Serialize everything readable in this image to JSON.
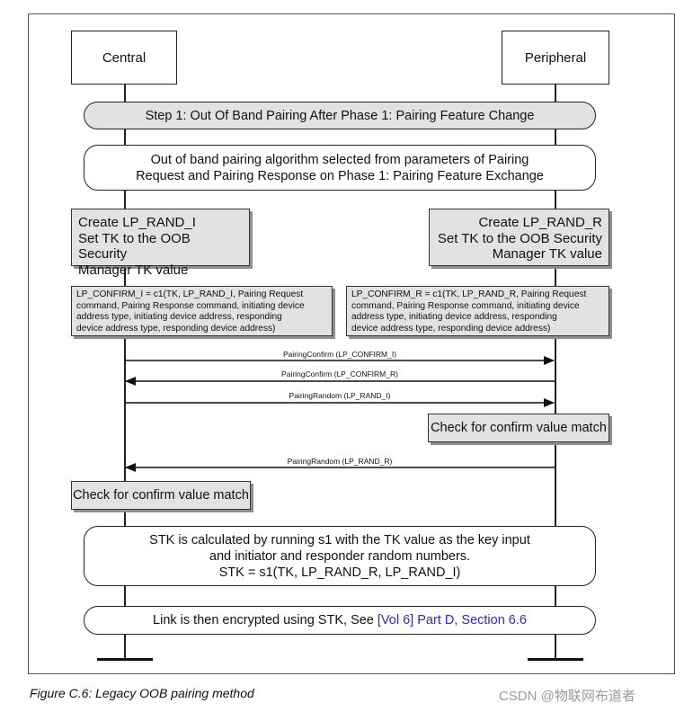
{
  "actors": {
    "central": "Central",
    "peripheral": "Peripheral"
  },
  "step1": "Step 1: Out Of Band Pairing After Phase 1: Pairing Feature Change",
  "oob_selected": {
    "line1": "Out of band pairing algorithm selected from parameters of Pairing",
    "line2": "Request and Pairing Response on Phase 1: Pairing Feature Exchange"
  },
  "central_create": {
    "line1": "Create LP_RAND_I",
    "line2": "Set TK to the OOB Security",
    "line3": "Manager TK value"
  },
  "peripheral_create": {
    "line1": "Create LP_RAND_R",
    "line2": "Set TK to the OOB Security",
    "line3": "Manager TK value"
  },
  "central_confirm": {
    "line1": "LP_CONFIRM_I = c1(TK, LP_RAND_I, Pairing Request",
    "line2": "command, Pairing Response command, initiating device",
    "line3": "address type, initiating device address, responding",
    "line4": "device address type, responding device address)"
  },
  "peripheral_confirm": {
    "line1": "LP_CONFIRM_R = c1(TK, LP_RAND_R, Pairing Request",
    "line2": "command, Pairing Response command, initiating device",
    "line3": "address type, initiating device address, responding",
    "line4": "device address type, responding device address)"
  },
  "messages": [
    {
      "label": "PairingConfirm (LP_CONFIRM_I)",
      "direction": "central-to-peripheral"
    },
    {
      "label": "PairingConfirm (LP_CONFIRM_R)",
      "direction": "peripheral-to-central"
    },
    {
      "label": "PairingRandom (LP_RAND_I)",
      "direction": "central-to-peripheral"
    },
    {
      "label": "PairingRandom (LP_RAND_R)",
      "direction": "peripheral-to-central"
    }
  ],
  "peripheral_check": "Check for confirm value match",
  "central_check": "Check for confirm value match",
  "stk": {
    "line1": "STK is calculated by running s1 with the TK value as the key input",
    "line2": "and initiator and responder random numbers.",
    "line3": "STK = s1(TK, LP_RAND_R, LP_RAND_I)"
  },
  "encrypt": {
    "text": "Link is then encrypted using STK, See ",
    "link": "[Vol 6] Part D, Section 6.6"
  },
  "caption": "Figure C.6:  Legacy OOB pairing method",
  "watermark": "CSDN @物联网布道者"
}
